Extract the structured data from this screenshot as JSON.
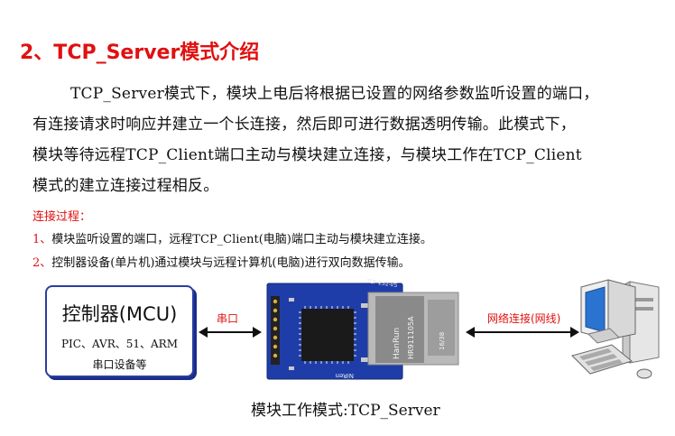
{
  "heading": "2、TCP_Server模式介绍",
  "paragraph": [
    "TCP_Server模式下，模块上电后将根据已设置的网络参数监听设置的端口，",
    "有连接请求时响应并建立一个长连接，然后即可进行数据透明传输。此模式下，",
    "模块等待远程TCP_Client端口主动与模块建立连接，与模块工作在TCP_Client",
    "模式的建立连接过程相反。"
  ],
  "process": {
    "title": "连接过程：",
    "steps": [
      {
        "num": "1、",
        "text": "模块监听设置的端口，远程TCP_Client(电脑)端口主动与模块建立连接。"
      },
      {
        "num": "2、",
        "text": "控制器设备(单片机)通过模块与远程计算机(电脑)进行双向数据传输。"
      }
    ]
  },
  "diagram": {
    "mcu_title": "控制器(MCU)",
    "mcu_line2": "PIC、AVR、51、ARM",
    "mcu_line3": "串口设备等",
    "serial_label": "串口",
    "network_label": "网络连接(网线)",
    "board_text_top": "TCP-232-V5",
    "board_text_bottom": "NiRen",
    "rj45_brand": "HanRun",
    "rj45_model": "HR911105A",
    "rj45_code": "16/38",
    "caption": "模块工作模式:TCP_Server"
  }
}
